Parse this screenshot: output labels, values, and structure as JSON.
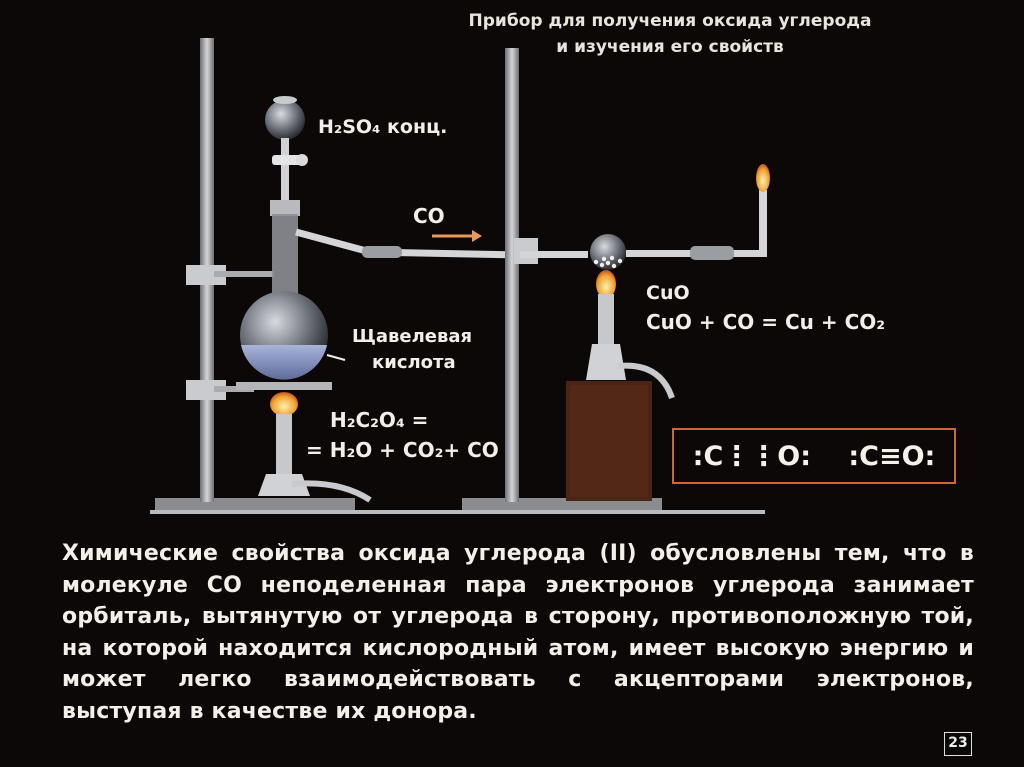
{
  "title": {
    "line1": "Прибор для получения оксида углерода",
    "line2": "и изучения его свойств"
  },
  "labels": {
    "acid": "H₂SO₄ конц.",
    "co_arrow": "CO",
    "oxalic_1": "Щавелевая",
    "oxalic_2": "кислота",
    "oxalic_eq_1": "H₂C₂O₄ =",
    "oxalic_eq_2": "= H₂O + CO₂+ CO",
    "cuo": "CuO",
    "reaction": "CuO + CO = Cu + CO₂"
  },
  "electron_formulas": {
    "dot_formula": ":C⋮⋮O:",
    "bond_formula": ":C≡O:"
  },
  "body_text": "Химические свойства оксида углерода (II) обусловлены тем, что в молекуле CO неподеленная пара электронов углерода занимает орбиталь, вытянутую от углерода в сторону, противоположную той, на которой находится кислородный атом, имеет высокую энергию и может легко взаимодействовать с акцепторами электронов, выступая в качестве их донора.",
  "page_number": "23",
  "colors": {
    "background": "#0b0807",
    "text": "#f2efe8",
    "box_border": "#d06535",
    "flame": "#f0a030",
    "wood_stand": "#4a2414",
    "liquid": "#8fa0c8"
  }
}
